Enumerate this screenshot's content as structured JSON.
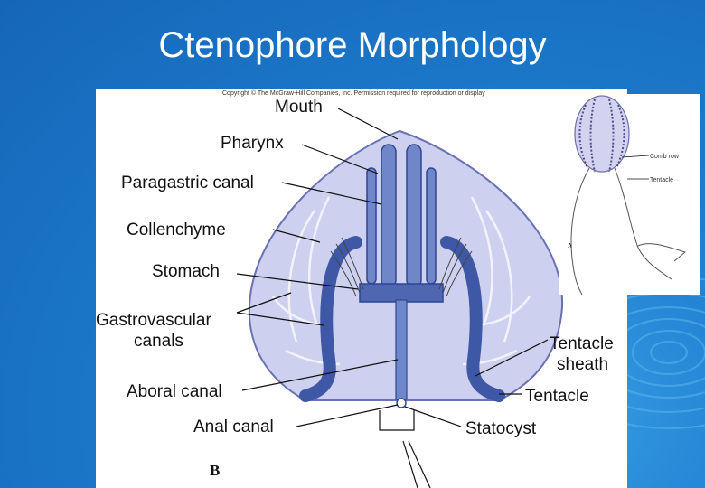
{
  "slide": {
    "title": "Ctenophore Morphology"
  },
  "main_figure": {
    "copyright": "Copyright © The McGraw-Hill Companies, Inc. Permission required for reproduction or display",
    "panel_letter": "B",
    "labels": {
      "mouth": "Mouth",
      "pharynx": "Pharynx",
      "paragastric": "Paragastric canal",
      "collenchyme": "Collenchyme",
      "stomach": "Stomach",
      "gastro_1": "Gastrovascular",
      "gastro_2": "canals",
      "aboral": "Aboral canal",
      "anal": "Anal canal",
      "tsheath_1": "Tentacle",
      "tsheath_2": "sheath",
      "tentacle": "Tentacle",
      "statocyst": "Statocyst"
    }
  },
  "inset_figure": {
    "panel_letter": "A",
    "labels": {
      "comb_row": "Comb row",
      "tentacle": "Tentacle"
    }
  }
}
